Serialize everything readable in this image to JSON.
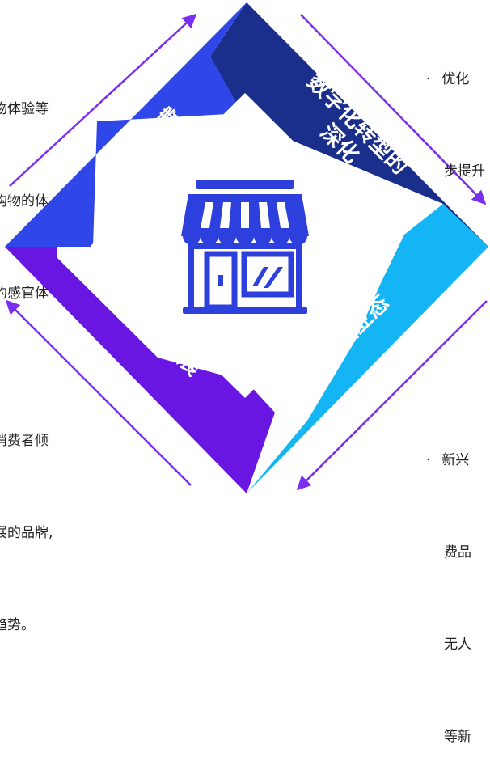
{
  "colors": {
    "top_right": "#1a2f8c",
    "top_left": "#2f46e8",
    "bottom_left": "#6a16e3",
    "bottom_right": "#14b5f5",
    "arrow": "#7a2ef0",
    "icon": "#2d3fdc"
  },
  "quadrants": {
    "top_left": "品质消费",
    "top_right_line1": "数字化转型的",
    "top_right_line2": "深化",
    "bottom_left": "可持续发展",
    "bottom_right": "新兴业态"
  },
  "center_icon": "storefront-icon",
  "text_blocks": {
    "top_left": [
      "物体验等",
      "购物的体",
      "的感官体"
    ],
    "top_right": [
      "优化",
      "步提升"
    ],
    "bottom_left": [
      "消费者倾",
      "展的品牌,",
      "趋势。"
    ],
    "bottom_right": [
      "新兴",
      "费品",
      "无人",
      "等新"
    ]
  },
  "bullet": "·"
}
